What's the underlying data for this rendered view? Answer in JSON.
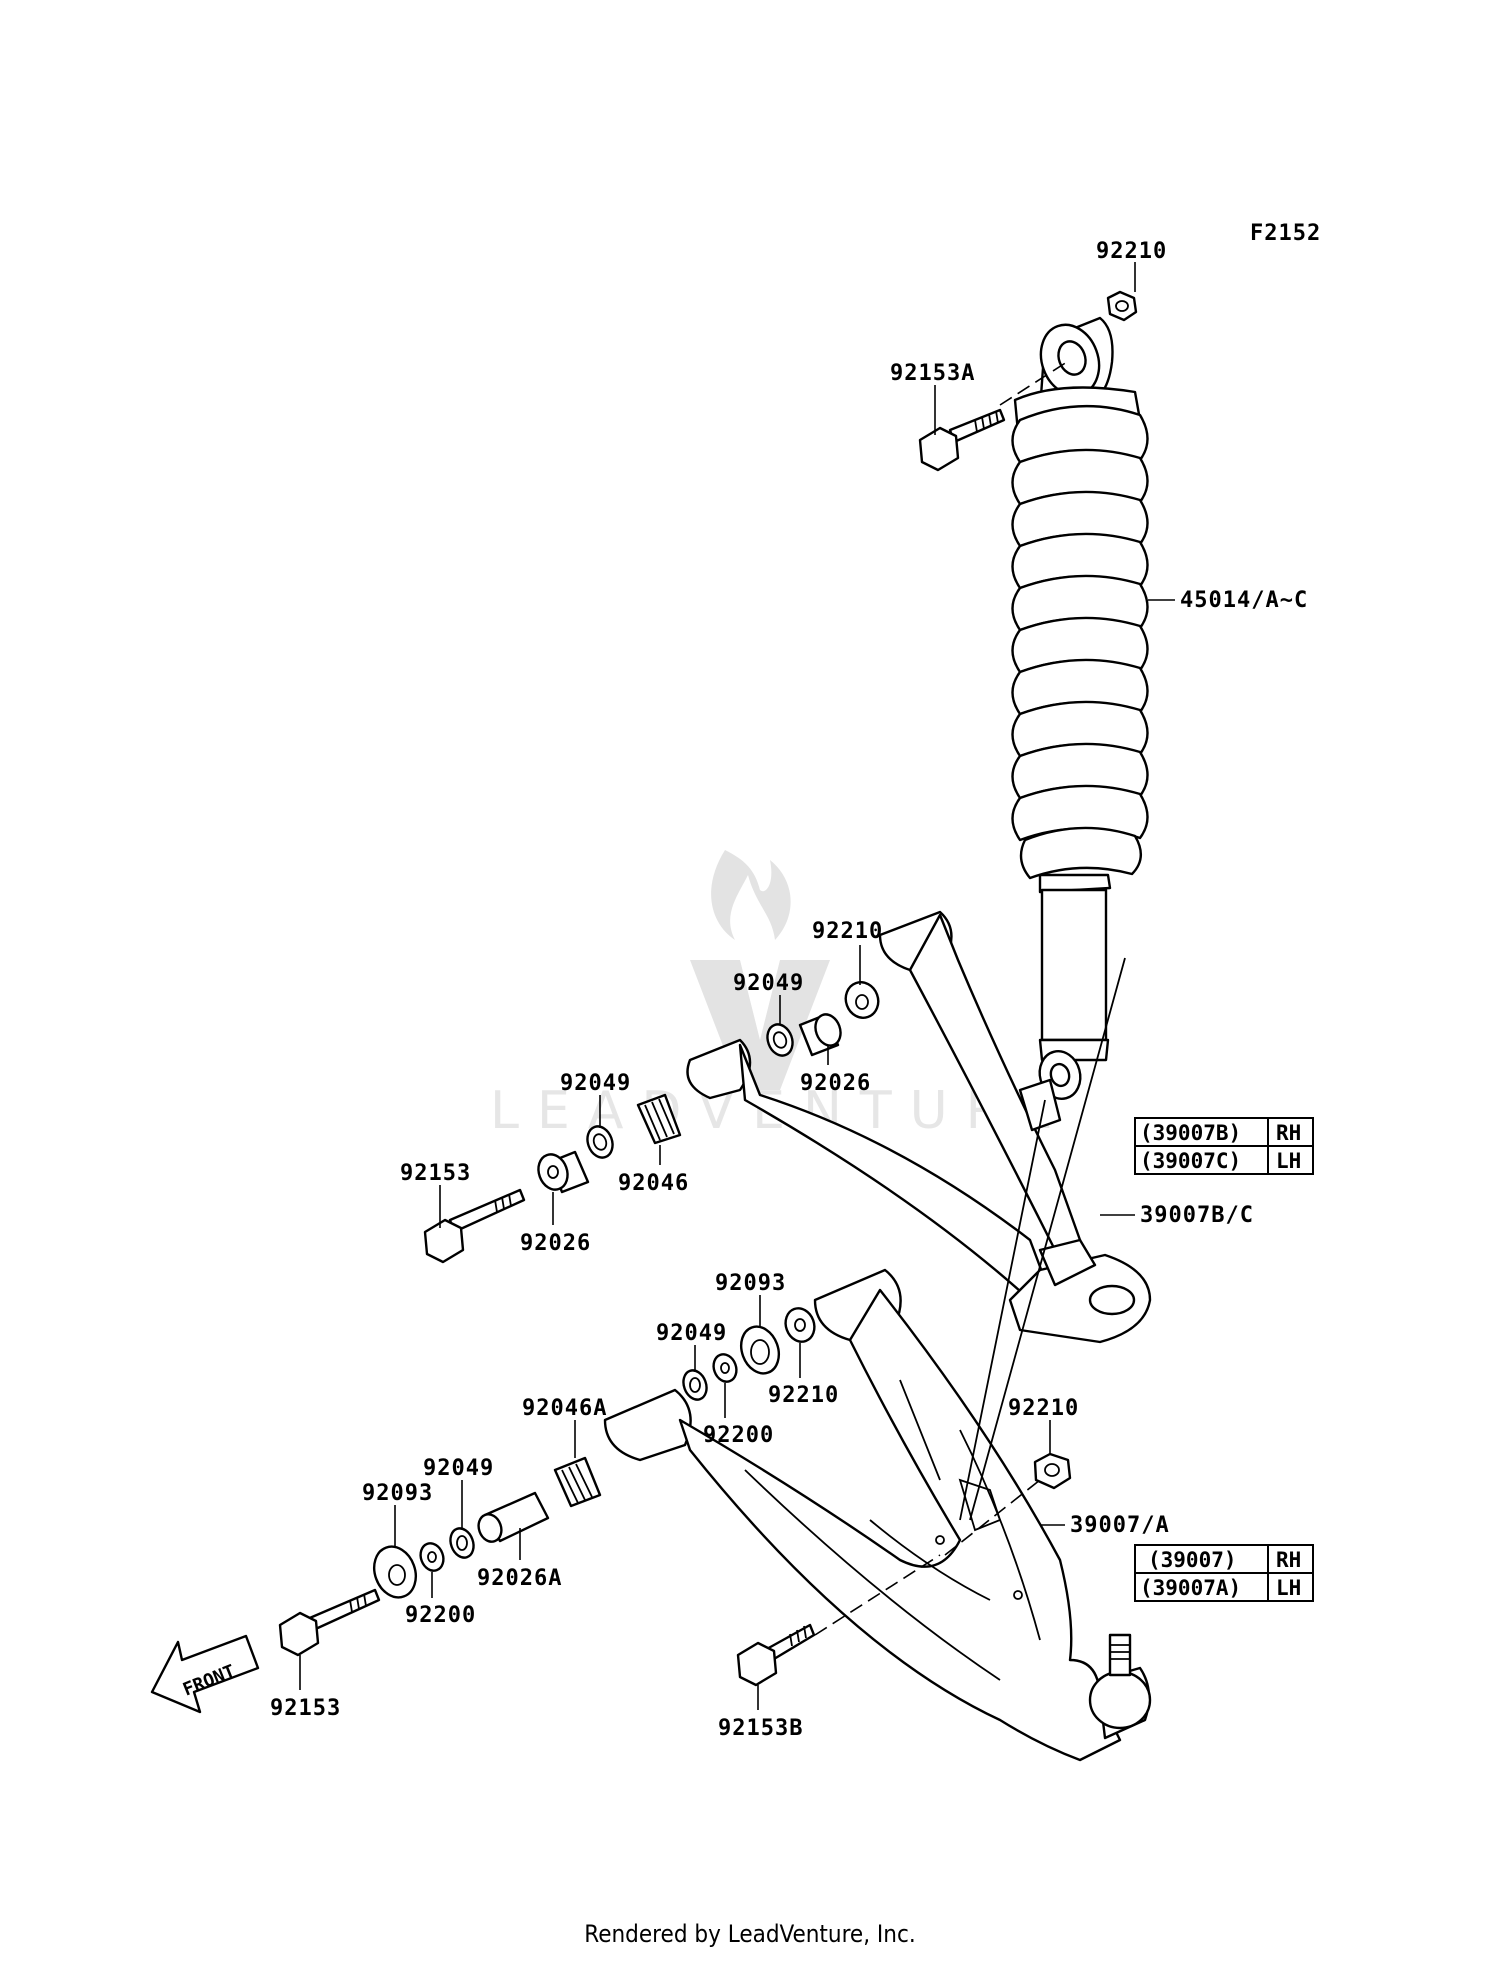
{
  "figure_code": "F2152",
  "labels": {
    "p92210_top": "92210",
    "p92153A": "92153A",
    "p45014": "45014/A~C",
    "p92210_mid": "92210",
    "p92049_a": "92049",
    "p92026_a": "92026",
    "p92049_b": "92049",
    "p92046": "92046",
    "p92153": "92153",
    "p92026_b": "92026",
    "p39007BC": "39007B/C",
    "p92093_a": "92093",
    "p92049_c": "92049",
    "p92210_c": "92210",
    "p92200_a": "92200",
    "p92046A": "92046A",
    "p92049_d": "92049",
    "p92093_b": "92093",
    "p92026A": "92026A",
    "p92200_b": "92200",
    "p92153_b": "92153",
    "p92210_d": "92210",
    "p39007A": "39007/A",
    "p92153B": "92153B"
  },
  "upper_arm_table": [
    {
      "part": "(39007B)",
      "side": "RH"
    },
    {
      "part": "(39007C)",
      "side": "LH"
    }
  ],
  "lower_arm_table": [
    {
      "part": "(39007)",
      "side": "RH"
    },
    {
      "part": "(39007A)",
      "side": "LH"
    }
  ],
  "front_arrow_label": "FRONT",
  "watermark_text": "LEADVENTURE",
  "footer": "Rendered by LeadVenture, Inc."
}
